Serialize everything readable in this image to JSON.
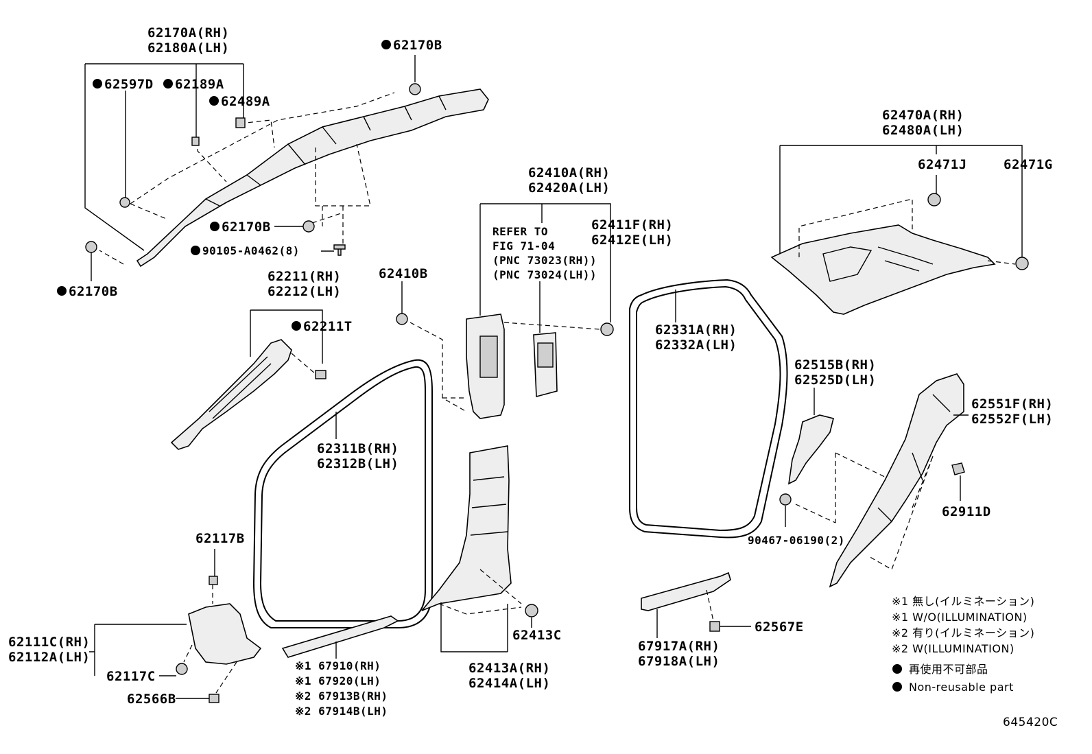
{
  "diagram": {
    "labels": {
      "l62170A": "62170A(RH)",
      "l62180A": "62180A(LH)",
      "l62170B_top": "62170B",
      "l62597D": "62597D",
      "l62189A": "62189A",
      "l62489A": "62489A",
      "l62170B_mid": "62170B",
      "l90105": "90105-A0462(8)",
      "l62170B_left": "62170B",
      "l62211": "62211(RH)",
      "l62212": "62212(LH)",
      "l62211T": "62211T",
      "l62410B": "62410B",
      "l62410A": "62410A(RH)",
      "l62420A": "62420A(LH)",
      "refer1": "REFER TO",
      "refer2": "FIG 71-04",
      "refer3": "(PNC 73023(RH))",
      "refer4": "(PNC 73024(LH))",
      "l62411F": "62411F(RH)",
      "l62412E": "62412E(LH)",
      "l62470A": "62470A(RH)",
      "l62480A": "62480A(LH)",
      "l62471J": "62471J",
      "l62471G": "62471G",
      "l62331A": "62331A(RH)",
      "l62332A": "62332A(LH)",
      "l62311B": "62311B(RH)",
      "l62312B": "62312B(LH)",
      "l62515B": "62515B(RH)",
      "l62525D": "62525D(LH)",
      "l62551F": "62551F(RH)",
      "l62552F": "62552F(LH)",
      "l62911D": "62911D",
      "l90467": "90467-06190(2)",
      "l62117B": "62117B",
      "l62111C": "62111C(RH)",
      "l62112A": "62112A(LH)",
      "l62117C": "62117C",
      "l62566B": "62566B",
      "l67910": "※1 67910(RH)",
      "l67920": "※1 67920(LH)",
      "l67913B": "※2 67913B(RH)",
      "l67914B": "※2 67914B(LH)",
      "l62413C": "62413C",
      "l62413A": "62413A(RH)",
      "l62414A": "62414A(LH)",
      "l67917A": "67917A(RH)",
      "l67918A": "67918A(LH)",
      "l62567E": "62567E"
    },
    "legend": {
      "line1": "※1 無し(イルミネーション)",
      "line2": "※1 W/O(ILLUMINATION)",
      "line3": "※2 有り(イルミネーション)",
      "line4": "※2 W(ILLUMINATION)",
      "line5": "再使用不可部品",
      "line6": "Non-reusable part"
    },
    "figure_code": "645420C"
  }
}
